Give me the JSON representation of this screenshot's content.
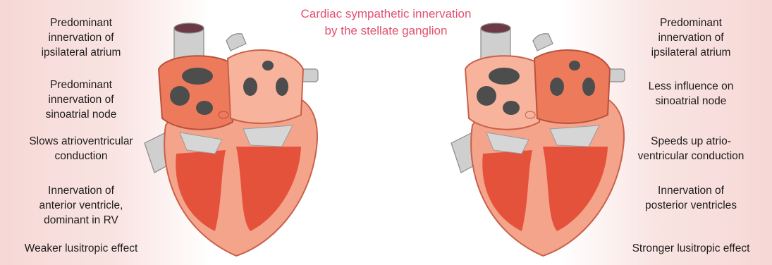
{
  "title": {
    "line1": "Cardiac sympathetic innervation",
    "line2": "by the stellate ganglion"
  },
  "left": {
    "notes": [
      [
        "Predominant",
        "innervation of",
        "ipsilateral atrium"
      ],
      [
        "Predominant",
        "innervation of",
        "sinoatrial node"
      ],
      [
        "Slows atrioventricular",
        "conduction"
      ],
      [
        "Innervation of",
        "anterior ventricle,",
        "dominant in RV"
      ],
      [
        "Weaker lusitropic effect"
      ]
    ]
  },
  "right": {
    "notes": [
      [
        "Predominant",
        "innervation of",
        "ipsilateral atrium"
      ],
      [
        "Less influence on",
        "sinoatrial node"
      ],
      [
        "Speeds up atrio-",
        "ventricular conduction"
      ],
      [
        "Innervation of",
        "posterior ventricles"
      ],
      [
        "Stronger lusitropic effect"
      ]
    ]
  },
  "colors": {
    "title": "#e2506f",
    "panel": "#f6d8d6",
    "heart_light": "#f4a48a",
    "heart_mid": "#ee7a5c",
    "heart_dark": "#e5523b",
    "vessel": "#cfcfcf",
    "chamber_dark": "#4d4d4d"
  }
}
